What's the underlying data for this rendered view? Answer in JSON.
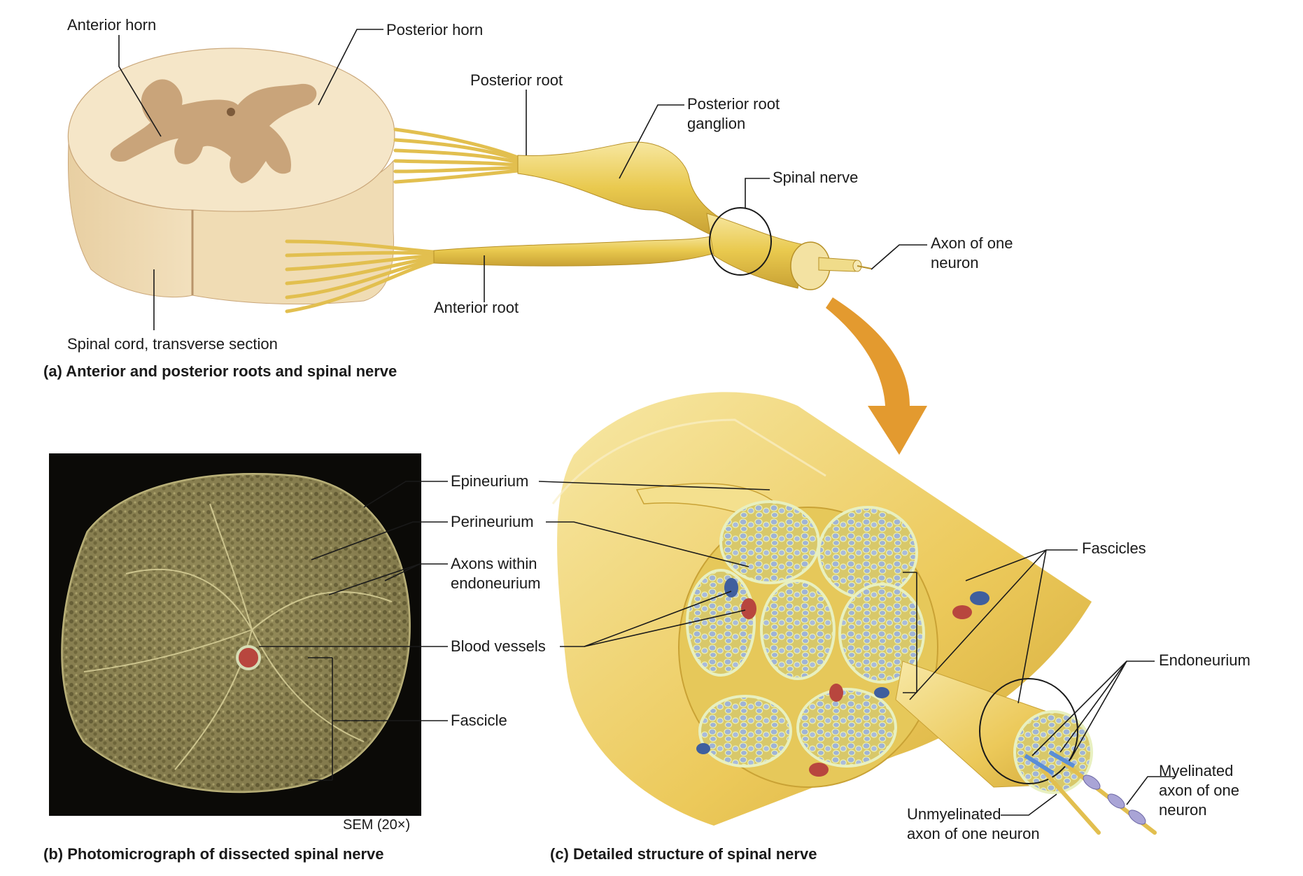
{
  "panels": {
    "a": {
      "caption": "(a) Anterior and posterior roots and spinal nerve",
      "labels": {
        "anterior_horn": "Anterior horn",
        "posterior_horn": "Posterior horn",
        "posterior_root": "Posterior root",
        "posterior_root_ganglion": [
          "Posterior root",
          "ganglion"
        ],
        "spinal_nerve": "Spinal nerve",
        "axon_of_one_neuron": [
          "Axon of one",
          "neuron"
        ],
        "anterior_root": "Anterior root",
        "spinal_cord_section": "Spinal cord, transverse section"
      }
    },
    "b": {
      "caption": "(b) Photomicrograph of dissected spinal nerve",
      "magnification": "SEM (20×)",
      "labels": {
        "epineurium": "Epineurium",
        "perineurium": "Perineurium",
        "axons_within_endoneurium": [
          "Axons within",
          "endoneurium"
        ],
        "blood_vessels": "Blood vessels",
        "fascicle": "Fascicle"
      }
    },
    "c": {
      "caption": "(c) Detailed structure of spinal nerve",
      "labels": {
        "fascicles": "Fascicles",
        "endoneurium": "Endoneurium",
        "myelinated_axon": [
          "Myelinated",
          "axon of one",
          "neuron"
        ],
        "unmyelinated_axon": [
          "Unmyelinated",
          "axon of one neuron"
        ]
      }
    }
  },
  "colors": {
    "nerve_yellow": "#e9c94e",
    "nerve_light": "#f6e59a",
    "cord_white_matter": "#f1dfbd",
    "cord_gray_matter": "#c9a47a",
    "arrow_orange": "#e39a2f",
    "fascicle_blue": "#9fb3d6",
    "blood_red": "#b8463e",
    "blood_blue": "#3f5f9e",
    "sem_background": "#0b0a07",
    "sem_tissue": "#8f8656"
  }
}
